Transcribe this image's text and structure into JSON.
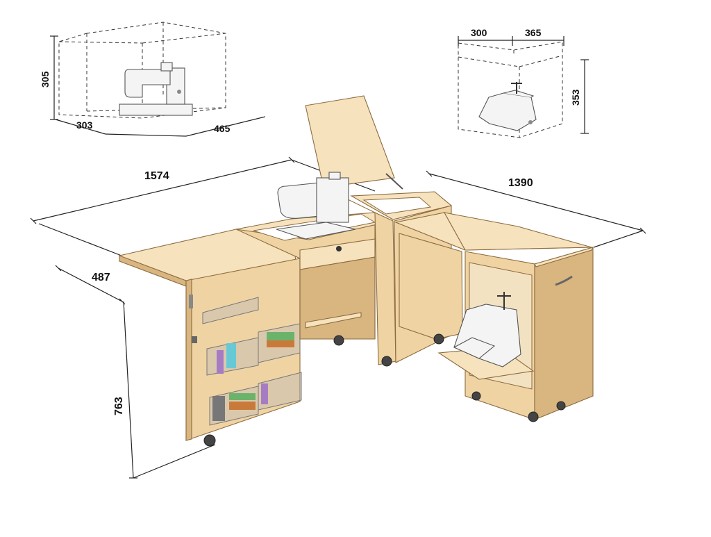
{
  "dimensions": {
    "machine_height": "305",
    "machine_depth": "303",
    "machine_width": "465",
    "overlock_width_a": "300",
    "overlock_width_b": "365",
    "overlock_height": "353",
    "table_length": "1574",
    "table_depth": "487",
    "table_height": "763",
    "side_length": "1390"
  }
}
